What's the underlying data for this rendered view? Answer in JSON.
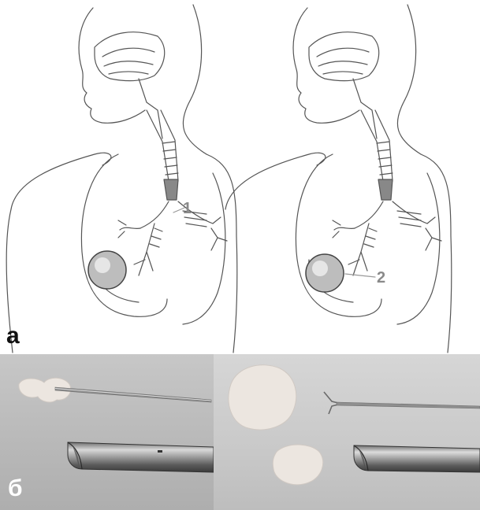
{
  "labels": {
    "panel_a": "а",
    "panel_b": "б",
    "marker_1": "1",
    "marker_2": "2"
  },
  "colors": {
    "outline": "#555555",
    "tumor_fill": "#bdbdbd",
    "photo_left_bg": "#bcbcbc",
    "photo_right_bg": "#cfcfcf",
    "tissue": "#e9e3de",
    "metal": "#9a9a9a"
  },
  "icons": {
    "left_figure": "human-airway-illustration",
    "right_figure": "human-airway-illustration",
    "tumor": "circular-lung-mass",
    "instrument": "rigid-bronchoscope-tube",
    "forceps": "biopsy-forceps"
  }
}
